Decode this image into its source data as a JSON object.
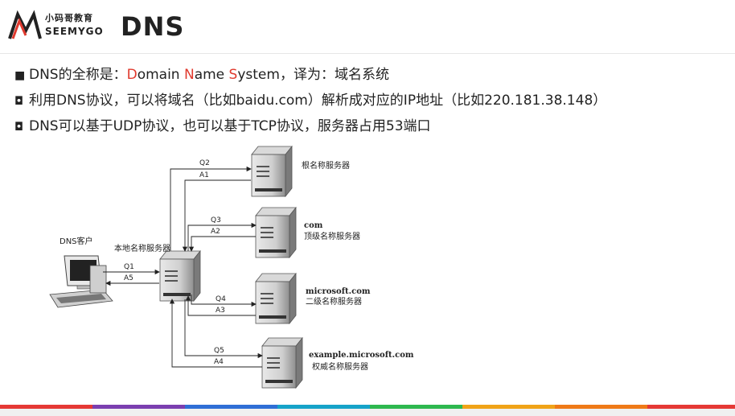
{
  "header": {
    "logo_cn": "小码哥教育",
    "logo_en": "SEEMYGO",
    "title": "DNS"
  },
  "bullets": [
    {
      "marker": "■",
      "p1": "DNS的全称是：",
      "D": "D",
      "p2": "omain ",
      "N": "N",
      "p3": "ame ",
      "S": "S",
      "p4": "ystem，译为：域名系统"
    },
    {
      "marker": "◘",
      "text": "利用DNS协议，可以将域名（比如baidu.com）解析成对应的IP地址（比如220.181.38.148）"
    },
    {
      "marker": "◘",
      "text": "DNS可以基于UDP协议，也可以基于TCP协议，服务器占用53端口"
    }
  ],
  "diagram": {
    "client_label": "DNS客户",
    "local_label": "本地名称服务器",
    "servers": [
      {
        "line1": "根名称服务器",
        "line2": ""
      },
      {
        "line1": "com",
        "line2": "顶级名称服务器"
      },
      {
        "line1": "microsoft.com",
        "line2": "二级名称服务器"
      },
      {
        "line1": "example.microsoft.com",
        "line2": "权威名称服务器"
      }
    ],
    "arrows": {
      "q1": "Q1",
      "a5": "A5",
      "q2": "Q2",
      "a1": "A1",
      "q3": "Q3",
      "a2": "A2",
      "q4": "Q4",
      "a3": "A3",
      "q5": "Q5",
      "a4": "A4"
    }
  },
  "colors": {
    "accent_red": "#e03a2e",
    "bar": [
      "#e53935",
      "#7b3fb0",
      "#2f6fd6",
      "#16a3c9",
      "#2eb84f",
      "#f0a318",
      "#ef7a17",
      "#e53935"
    ]
  }
}
